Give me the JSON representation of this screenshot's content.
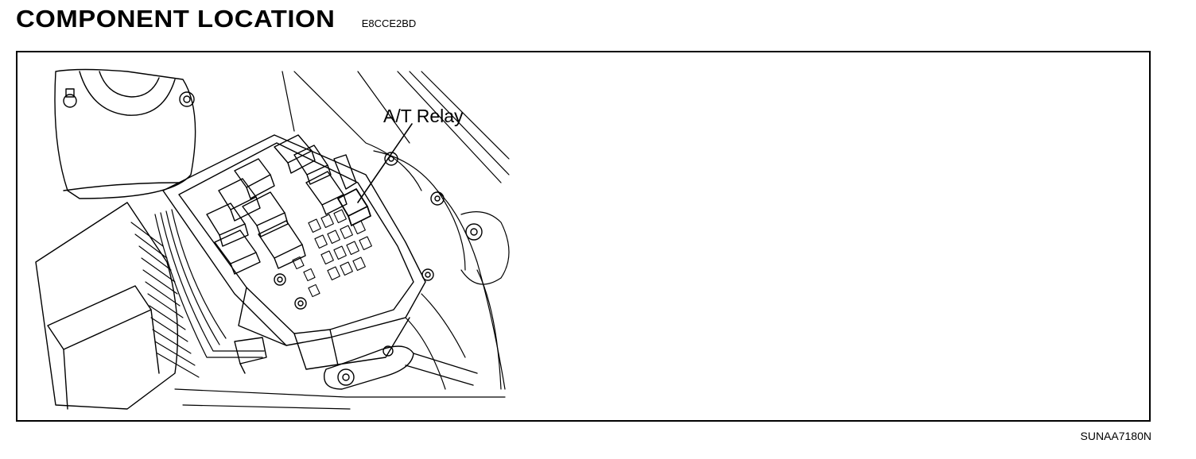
{
  "header": {
    "title": "COMPONENT LOCATION",
    "code": "E8CCE2BD"
  },
  "figure": {
    "callouts": [
      {
        "label": "A/T Relay"
      }
    ],
    "id": "SUNAA7180N"
  }
}
